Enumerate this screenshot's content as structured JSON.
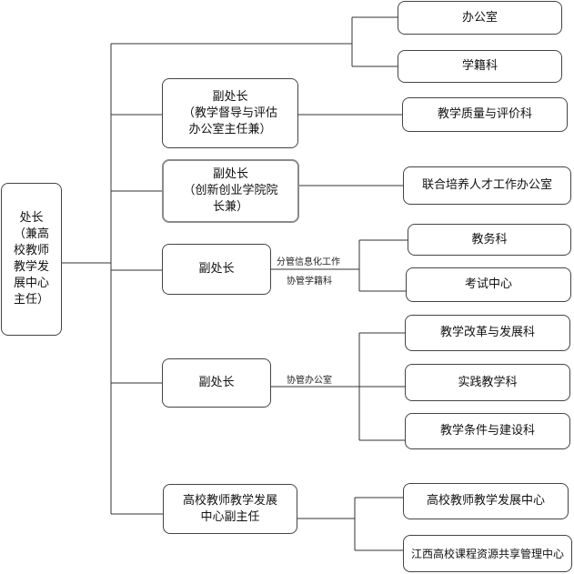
{
  "head": {
    "label": "处长\n（兼高\n校教师\n教学发\n展中心\n主任）"
  },
  "deputies": [
    {
      "label": "副处长\n（教学督导与评估\n办公室主任兼）"
    },
    {
      "label": "副处长\n（创新创业学院院\n长兼）"
    },
    {
      "label": "副处长"
    },
    {
      "label": "副处长"
    },
    {
      "label": "高校教师教学发展\n中心副主任"
    }
  ],
  "notes": [
    {
      "text": "分管信息化工作"
    },
    {
      "text": "协管学籍科"
    },
    {
      "text": "协管办公室"
    }
  ],
  "units": [
    {
      "label": "办公室"
    },
    {
      "label": "学籍科"
    },
    {
      "label": "教学质量与评价科"
    },
    {
      "label": "联合培养人才工作办公室"
    },
    {
      "label": "教务科"
    },
    {
      "label": "考试中心"
    },
    {
      "label": "教学改革与发展科"
    },
    {
      "label": "实践教学科"
    },
    {
      "label": "教学条件与建设科"
    },
    {
      "label": "高校教师教学发展中心"
    },
    {
      "label": "江西高校课程资源共享管理中心"
    }
  ]
}
